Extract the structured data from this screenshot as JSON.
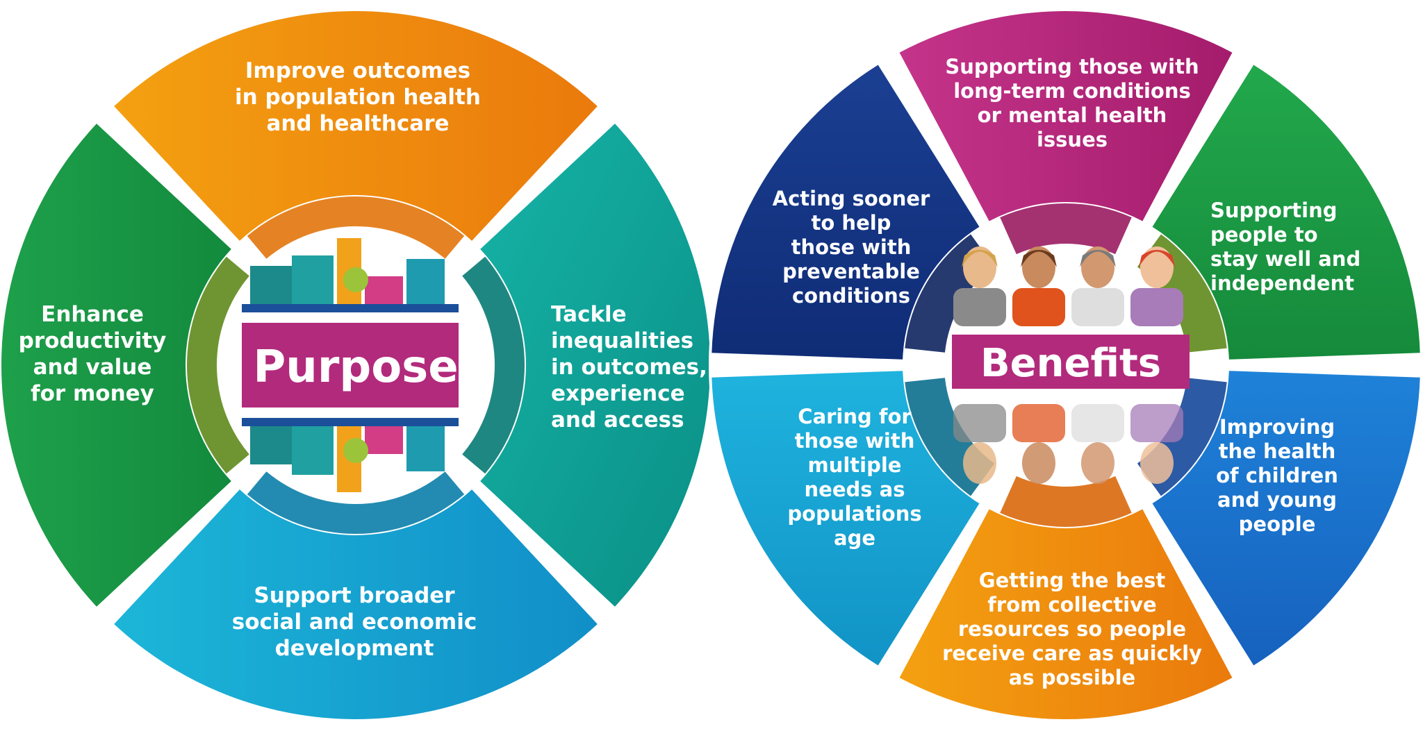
{
  "purpose": {
    "title": "Purpose",
    "segments": [
      {
        "id": "top",
        "lines": [
          "Improve outcomes",
          "in population health",
          "and healthcare"
        ]
      },
      {
        "id": "right",
        "lines": [
          "Tackle",
          "inequalities",
          "in outcomes,",
          "experience",
          "and access"
        ]
      },
      {
        "id": "bottom",
        "lines": [
          "Support broader",
          "social and economic",
          "development"
        ]
      },
      {
        "id": "left",
        "lines": [
          "Enhance",
          "productivity",
          "and value",
          "for money"
        ]
      }
    ]
  },
  "benefits": {
    "title": "Benefits",
    "segments": [
      {
        "id": "top",
        "lines": [
          "Supporting those with",
          "long-term conditions",
          "or mental health",
          "issues"
        ]
      },
      {
        "id": "top-right",
        "lines": [
          "Supporting",
          "people to",
          "stay well and",
          "independent"
        ]
      },
      {
        "id": "bottom-right",
        "lines": [
          "Improving",
          "the health",
          "of children",
          "and young",
          "people"
        ]
      },
      {
        "id": "bottom",
        "lines": [
          "Getting the best",
          "from collective",
          "resources so people",
          "receive care as quickly",
          "as possible"
        ]
      },
      {
        "id": "bottom-left",
        "lines": [
          "Caring for",
          "those with",
          "multiple",
          "needs as",
          "populations",
          "age"
        ]
      },
      {
        "id": "top-left",
        "lines": [
          "Acting sooner",
          "to help",
          "those with",
          "preventable",
          "conditions"
        ]
      }
    ]
  },
  "colors": {
    "orange": "#ef8a12",
    "teal": "#0aa59a",
    "cyan": "#149fcf",
    "green": "#1f9a4a",
    "magenta": "#b8277c",
    "navy": "#173a8a",
    "blue": "#1b74cc",
    "sky": "#18a6d6",
    "grass": "#1e9a45",
    "banner": "#b22a7c"
  }
}
